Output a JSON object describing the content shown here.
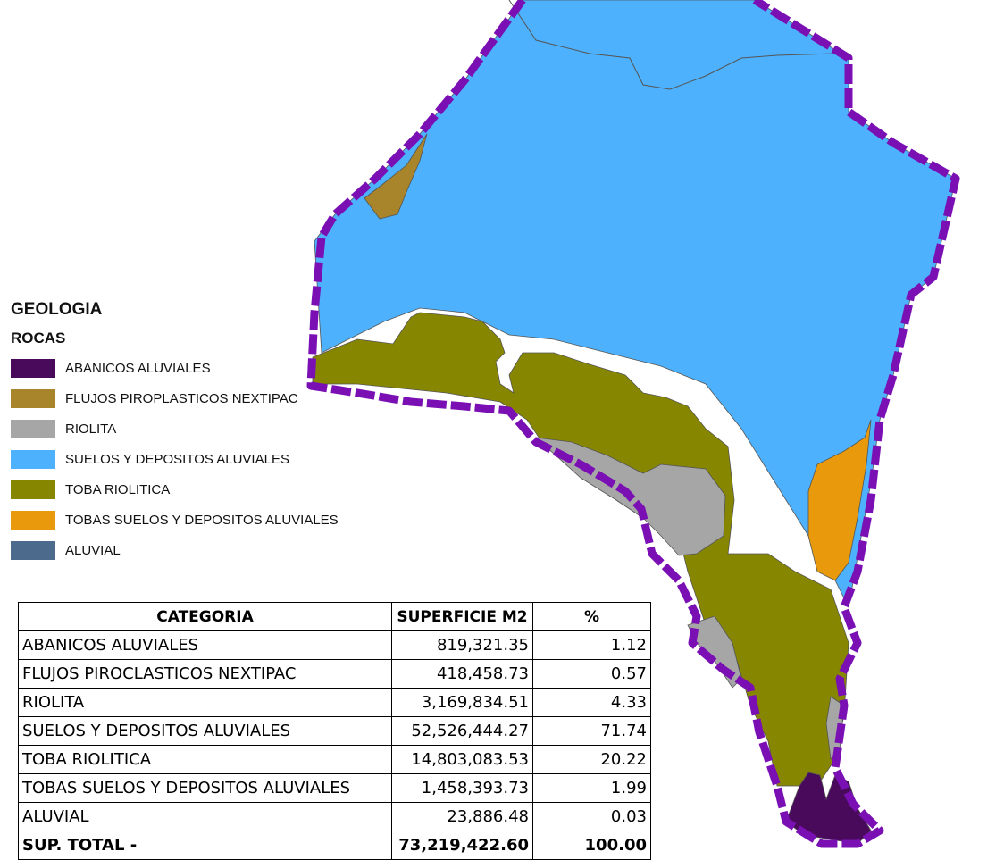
{
  "colors": {
    "abanicos": "#4a0a5c",
    "flujos": "#a8842a",
    "riolita": "#a6a6a6",
    "suelos": "#4db1fd",
    "toba": "#878600",
    "tobas_suelos": "#e89a0c",
    "aluvial": "#4b6a8c",
    "boundary": "#7a10b4"
  },
  "legend": {
    "title": "GEOLOGIA",
    "subtitle": "ROCAS",
    "items": [
      {
        "label": "ABANICOS ALUVIALES",
        "color": "#4a0a5c"
      },
      {
        "label": "FLUJOS PIROPLASTICOS NEXTIPAC",
        "color": "#a8842a"
      },
      {
        "label": "RIOLITA",
        "color": "#a6a6a6"
      },
      {
        "label": "SUELOS Y DEPOSITOS ALUVIALES",
        "color": "#4db1fd"
      },
      {
        "label": "TOBA RIOLITICA",
        "color": "#878600"
      },
      {
        "label": "TOBAS SUELOS Y DEPOSITOS ALUVIALES",
        "color": "#e89a0c"
      },
      {
        "label": "ALUVIAL",
        "color": "#4b6a8c"
      }
    ]
  },
  "table": {
    "headers": [
      "CATEGORIA",
      "SUPERFICIE M2",
      "%"
    ],
    "rows": [
      {
        "category": "ABANICOS ALUVIALES",
        "area": "819,321.35",
        "pct": "1.12"
      },
      {
        "category": "FLUJOS PIROCLASTICOS NEXTIPAC",
        "area": "418,458.73",
        "pct": "0.57"
      },
      {
        "category": "RIOLITA",
        "area": "3,169,834.51",
        "pct": "4.33"
      },
      {
        "category": "SUELOS Y DEPOSITOS ALUVIALES",
        "area": "52,526,444.27",
        "pct": "71.74"
      },
      {
        "category": "TOBA RIOLITICA",
        "area": "14,803,083.53",
        "pct": "20.22"
      },
      {
        "category": "TOBAS SUELOS Y DEPOSITOS ALUVIALES",
        "area": "1,458,393.73",
        "pct": "1.99"
      },
      {
        "category": "ALUVIAL",
        "area": "23,886.48",
        "pct": "0.03"
      }
    ],
    "total": {
      "label": "SUP. TOTAL -",
      "area": "73,219,422.60",
      "pct": "100.00"
    }
  }
}
